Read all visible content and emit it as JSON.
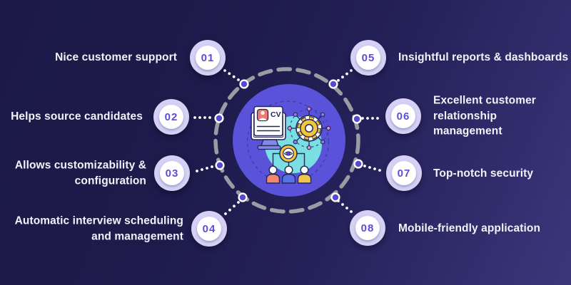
{
  "items": [
    {
      "number": "01",
      "label": "Nice customer support",
      "side": "left"
    },
    {
      "number": "02",
      "label": "Helps source candidates",
      "side": "left"
    },
    {
      "number": "03",
      "label": "Allows customizability & configuration",
      "side": "left"
    },
    {
      "number": "04",
      "label": "Automatic interview scheduling and management",
      "side": "left"
    },
    {
      "number": "05",
      "label": "Insightful reports & dashboards",
      "side": "right"
    },
    {
      "number": "06",
      "label": "Excellent customer relationship management",
      "side": "right"
    },
    {
      "number": "07",
      "label": "Top-notch security",
      "side": "right"
    },
    {
      "number": "08",
      "label": "Mobile-friendly application",
      "side": "right"
    }
  ],
  "center": {
    "cv_label": "CV",
    "icons": [
      "monitor-icon",
      "cv-document-icon",
      "avatar-icon",
      "gear-network-icon",
      "eye-icon",
      "team-people-icon"
    ]
  },
  "colors": {
    "background_from": "#1c1946",
    "background_to": "#312c74",
    "label_text": "#f3f2fa",
    "badge_ring": "#d5d0f4",
    "badge_bg": "#ffffff",
    "badge_number": "#5a4fd4",
    "dashed_ring_gray": "#9b9ba3",
    "connector_dot_purple": "#564bd0",
    "connector_dot_white": "#ffffff",
    "center_circle_purple": "#5b52da",
    "center_teal": "#7adfe2",
    "illustration_yellow": "#f2c63c",
    "illustration_coral": "#f2796f",
    "illustration_blue": "#5873e8",
    "illustration_outline": "#232856"
  }
}
